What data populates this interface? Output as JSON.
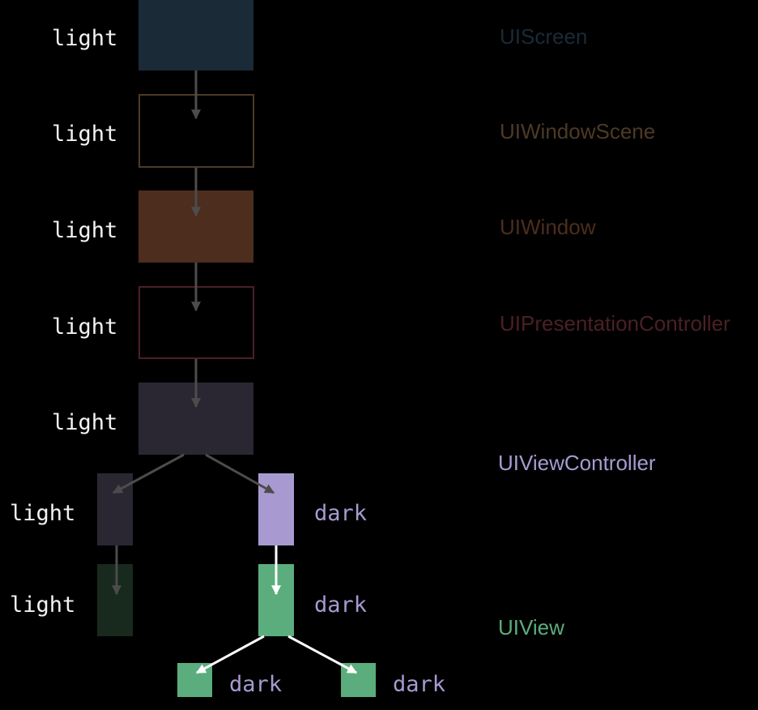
{
  "colors": {
    "background": "#000000",
    "screen": "#1b2a37",
    "window_scene_border": "#4d3a26",
    "window": "#4c2d1e",
    "presentation_border": "#4a2025",
    "view_controller": "#2a2733",
    "view_dark_light": "#18291d",
    "lavender": "#a89ad1",
    "green": "#5bad7d",
    "gray_arrow": "#4c4c4c",
    "white_arrow": "#ffffff",
    "light_text": "#f2f2f2"
  },
  "values": {
    "screen": "light",
    "window_scene": "light",
    "window": "light",
    "presentation_controller": "light",
    "view_controller": "light",
    "child_vc_left": "light",
    "child_vc_right": "dark",
    "view_left": "light",
    "view_right": "dark",
    "subview_left": "dark",
    "subview_right": "dark"
  },
  "legend": {
    "screen": {
      "label": "UIScreen",
      "color": "#1b2a37"
    },
    "window_scene": {
      "label": "UIWindowScene",
      "color": "#4d3a26"
    },
    "window": {
      "label": "UIWindow",
      "color": "#4c2d1e"
    },
    "presentation_controller": {
      "label": "UIPresentationController",
      "color": "#4a2025"
    },
    "view_controller": {
      "label": "UIViewController",
      "color": "#a89ad1"
    },
    "view": {
      "label": "UIView",
      "color": "#5bad7d"
    }
  }
}
